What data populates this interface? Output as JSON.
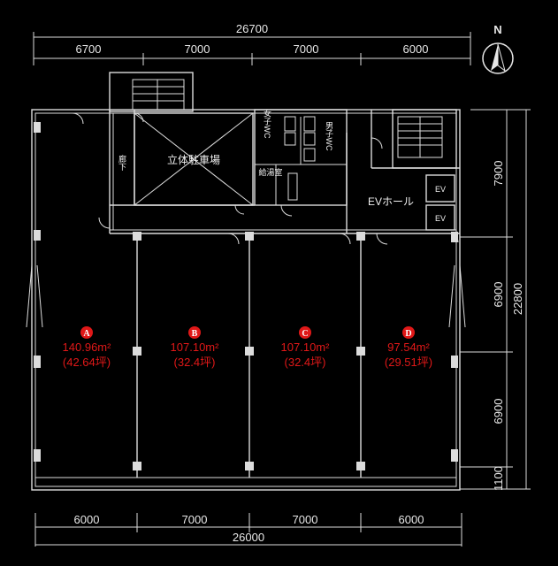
{
  "compass": {
    "label": "N"
  },
  "dimensions": {
    "top_total": "26700",
    "top_segments": [
      "6700",
      "7000",
      "7000",
      "6000"
    ],
    "bottom_total": "26000",
    "bottom_segments": [
      "6000",
      "7000",
      "7000",
      "6000"
    ],
    "right_total": "22800",
    "right_segments": [
      "7900",
      "6900",
      "6900",
      "1100"
    ]
  },
  "rooms": {
    "parking": "立体駐車場",
    "corridor": "廊下",
    "ev_hall": "EVホール",
    "ev1": "EV",
    "ev2": "EV",
    "kitchen": "給湯室",
    "wc_female": "女子WC",
    "wc_male": "男子WC"
  },
  "units": [
    {
      "id": "A",
      "area_m2": "140.96m²",
      "area_tsubo": "(42.64坪)"
    },
    {
      "id": "B",
      "area_m2": "107.10m²",
      "area_tsubo": "(32.4坪)"
    },
    {
      "id": "C",
      "area_m2": "107.10m²",
      "area_tsubo": "(32.4坪)"
    },
    {
      "id": "D",
      "area_m2": "97.54m²",
      "area_tsubo": "(29.51坪)"
    }
  ],
  "colors": {
    "background": "#000000",
    "lines": "#dcdcdc",
    "accent": "#e01818"
  }
}
